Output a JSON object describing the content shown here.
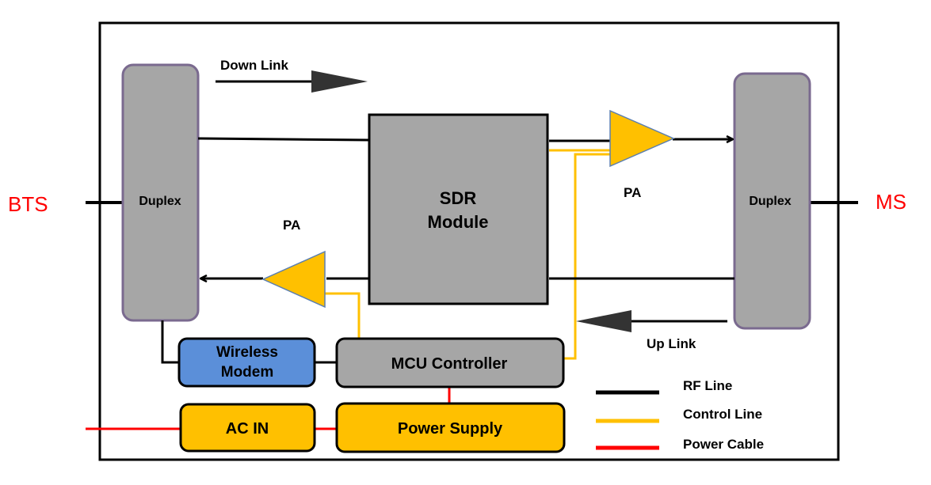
{
  "labels": {
    "bts": "BTS",
    "ms": "MS",
    "down_link": "Down Link",
    "up_link": "Up Link",
    "duplex_left": "Duplex",
    "duplex_right": "Duplex",
    "sdr_line1": "SDR",
    "sdr_line2": "Module",
    "pa_top": "PA",
    "pa_bottom": "PA",
    "wireless_line1": "Wireless",
    "wireless_line2": "Modem",
    "mcu": "MCU Controller",
    "ac_in": "AC IN",
    "power_supply": "Power Supply"
  },
  "legend": [
    {
      "label": "RF Line",
      "color": "#000000"
    },
    {
      "label": "Control Line",
      "color": "#ffc000"
    },
    {
      "label": "Power Cable",
      "color": "#ff0000"
    }
  ],
  "colors": {
    "rf": "#000000",
    "control": "#ffc000",
    "power": "#ff0000",
    "duplex_fill": "#a6a6a6",
    "duplex_border": "#7a6a8f",
    "sdr_fill": "#a6a6a6",
    "amp_fill": "#ffc000",
    "amp_border": "#5b7fb0",
    "wireless_fill": "#5b8fd9",
    "mcu_fill": "#a6a6a6",
    "power_fill": "#ffc000",
    "endpoint_text": "#ff0000"
  }
}
